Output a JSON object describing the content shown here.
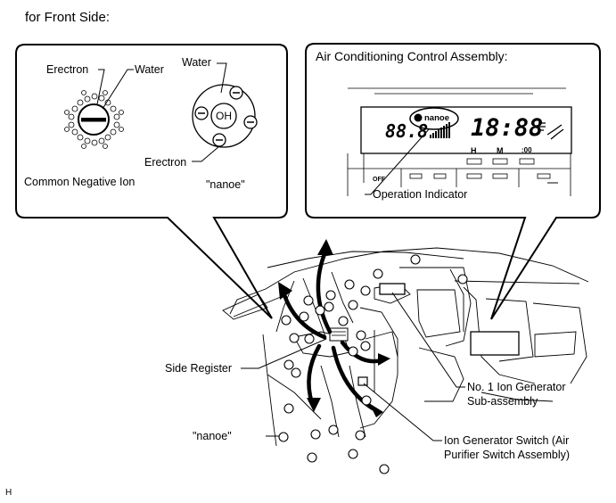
{
  "heading": "for Front Side:",
  "left_box": {
    "labels": {
      "electron_top": "Erectron",
      "water_top": "Water",
      "water_right": "Water",
      "oh": "OH",
      "electron_bottom": "Erectron",
      "common_negative_ion": "Common Negative Ion",
      "nanoe_caption": "\"nanoe\""
    }
  },
  "right_box": {
    "title": "Air Conditioning Control Assembly:",
    "display": {
      "nanoe_text": "nanoe",
      "left_digits": "88.8",
      "clock": "18:88",
      "off_text": "OFF",
      "button_h": "H",
      "button_m": "M",
      "button_00": ":00"
    },
    "operation_indicator": "Operation Indicator"
  },
  "callouts": {
    "side_register": "Side Register",
    "nanoe": "\"nanoe\"",
    "ion_generator": [
      "No. 1  Ion Generator",
      "Sub-assembly"
    ],
    "ion_switch": [
      "Ion Generator Switch (Air",
      "Purifier Switch Assembly)"
    ]
  },
  "footer_code": "H"
}
